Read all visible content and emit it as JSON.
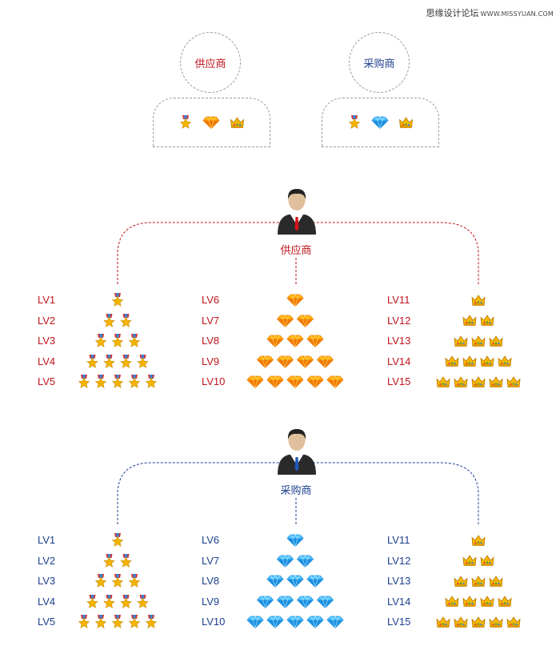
{
  "watermark": {
    "text": "思缘设计论坛",
    "site": "WWW.MISSYUAN.COM"
  },
  "roles": {
    "supplier": {
      "label": "供应商",
      "color": "#c0141c"
    },
    "buyer": {
      "label": "采购商",
      "color": "#1d3f8f"
    }
  },
  "top_cards": [
    {
      "role": "supplier",
      "icons": [
        "medal-icon",
        "diamond-orange-icon",
        "crown-icon"
      ]
    },
    {
      "role": "buyer",
      "icons": [
        "medal-icon",
        "diamond-blue-icon",
        "crown-icon"
      ]
    }
  ],
  "supplier_tree": {
    "root_label": "供应商",
    "groups": [
      {
        "icon": "medal-icon",
        "levels": [
          {
            "label": "LV1",
            "count": 1
          },
          {
            "label": "LV2",
            "count": 2
          },
          {
            "label": "LV3",
            "count": 3
          },
          {
            "label": "LV4",
            "count": 4
          },
          {
            "label": "LV5",
            "count": 5
          }
        ]
      },
      {
        "icon": "diamond-orange-icon",
        "levels": [
          {
            "label": "LV6",
            "count": 1
          },
          {
            "label": "LV7",
            "count": 2
          },
          {
            "label": "LV8",
            "count": 3
          },
          {
            "label": "LV9",
            "count": 4
          },
          {
            "label": "LV10",
            "count": 5
          }
        ]
      },
      {
        "icon": "crown-icon",
        "levels": [
          {
            "label": "LV11",
            "count": 1
          },
          {
            "label": "LV12",
            "count": 2
          },
          {
            "label": "LV13",
            "count": 3
          },
          {
            "label": "LV14",
            "count": 4
          },
          {
            "label": "LV15",
            "count": 5
          }
        ]
      }
    ]
  },
  "buyer_tree": {
    "root_label": "采购商",
    "groups": [
      {
        "icon": "medal-icon",
        "levels": [
          {
            "label": "LV1",
            "count": 1
          },
          {
            "label": "LV2",
            "count": 2
          },
          {
            "label": "LV3",
            "count": 3
          },
          {
            "label": "LV4",
            "count": 4
          },
          {
            "label": "LV5",
            "count": 5
          }
        ]
      },
      {
        "icon": "diamond-blue-icon",
        "levels": [
          {
            "label": "LV6",
            "count": 1
          },
          {
            "label": "LV7",
            "count": 2
          },
          {
            "label": "LV8",
            "count": 3
          },
          {
            "label": "LV9",
            "count": 4
          },
          {
            "label": "LV10",
            "count": 5
          }
        ]
      },
      {
        "icon": "crown-icon",
        "levels": [
          {
            "label": "LV11",
            "count": 1
          },
          {
            "label": "LV12",
            "count": 2
          },
          {
            "label": "LV13",
            "count": 3
          },
          {
            "label": "LV14",
            "count": 4
          },
          {
            "label": "LV15",
            "count": 5
          }
        ]
      }
    ]
  }
}
